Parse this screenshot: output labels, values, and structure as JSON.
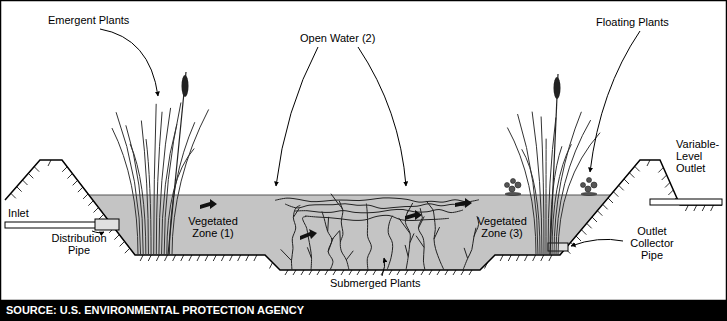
{
  "diagram": {
    "caption": "SOURCE: U.S. ENVIRONMENTAL PROTECTION AGENCY",
    "labels": [
      "Emergent Plants",
      "Open Water (2)",
      "Floating Plants",
      "Inlet",
      "Distribution Pipe",
      "Vegetated Zone (1)",
      "Vegetated Zone (3)",
      "Outlet Collector Pipe",
      "Variable-Level Outlet",
      "Submerged Plants"
    ]
  }
}
